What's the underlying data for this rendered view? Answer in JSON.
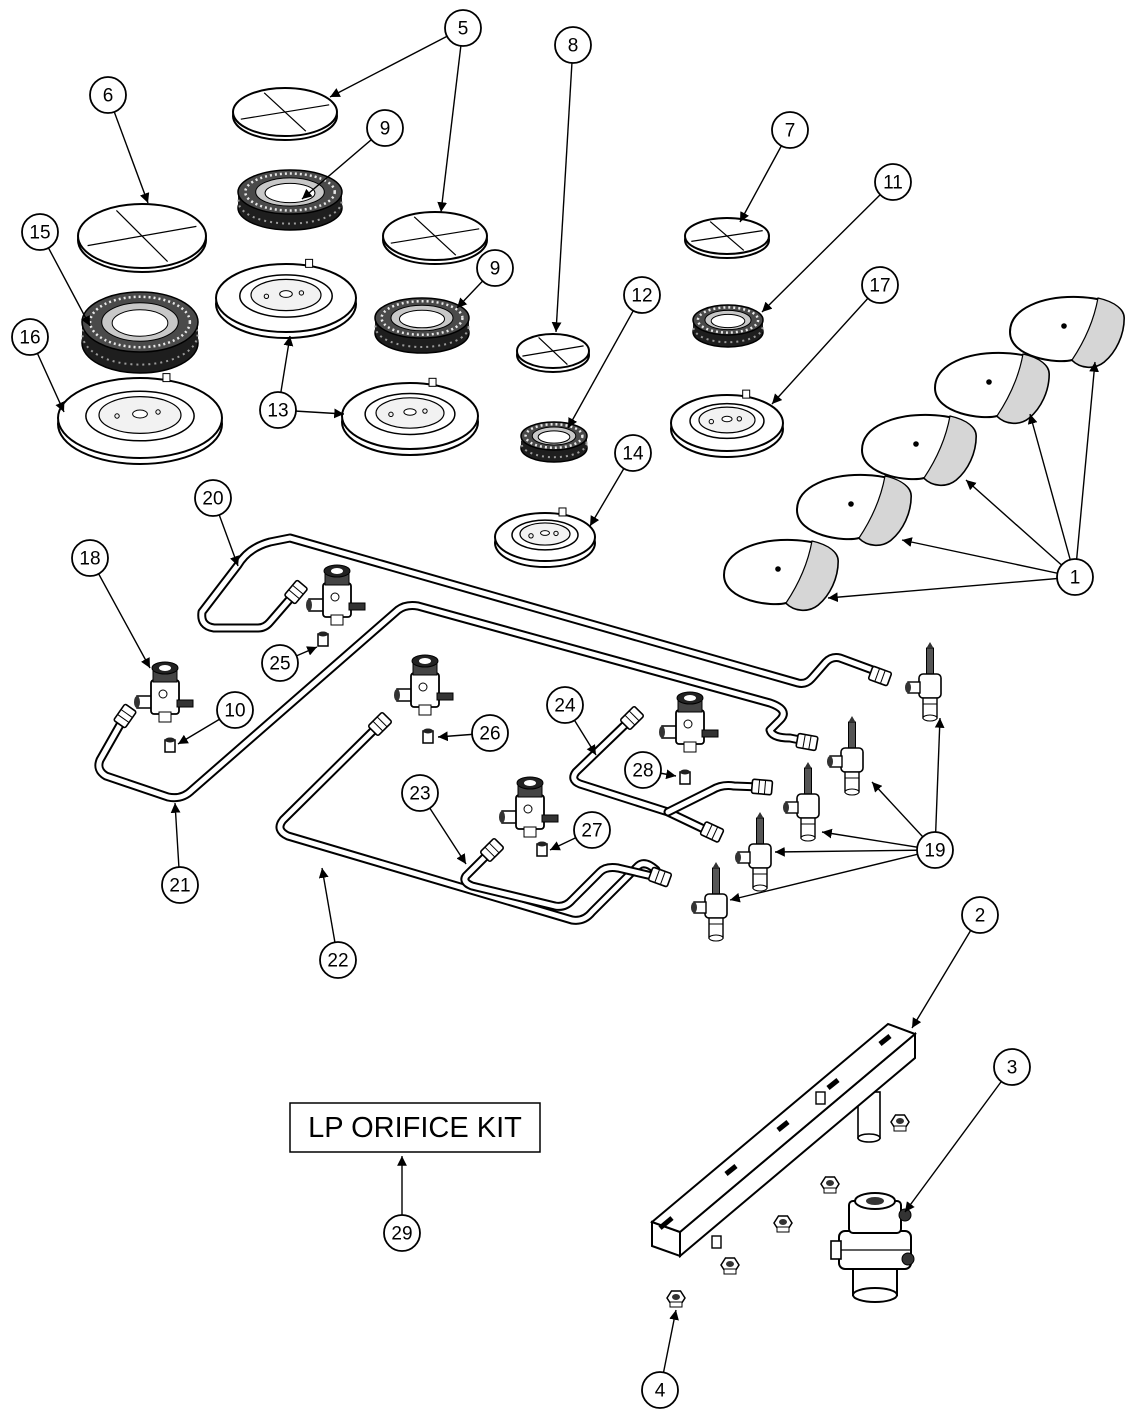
{
  "diagram": {
    "kit_label": "LP ORIFICE KIT",
    "callouts": [
      "5",
      "6",
      "8",
      "9",
      "9",
      "7",
      "11",
      "15",
      "12",
      "17",
      "16",
      "13",
      "14",
      "20",
      "1",
      "18",
      "25",
      "10",
      "24",
      "26",
      "28",
      "23",
      "27",
      "19",
      "21",
      "22",
      "2",
      "3",
      "29",
      "4"
    ]
  }
}
